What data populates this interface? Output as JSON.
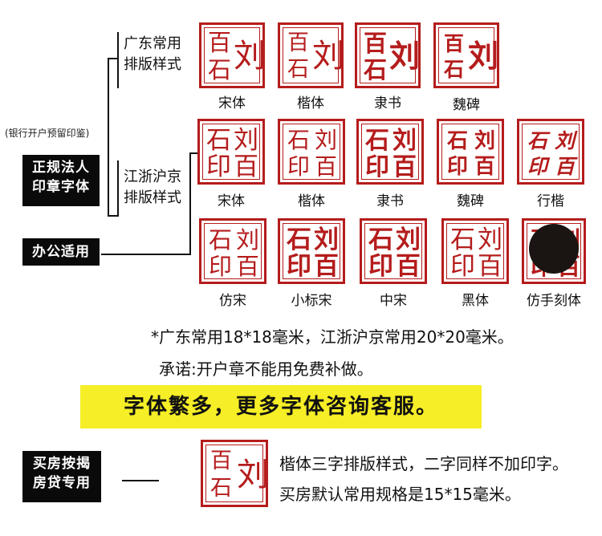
{
  "left": {
    "bank_note": "(银行开户预留印鉴)",
    "main_label": [
      "正规法人",
      "印章字体"
    ],
    "office_label": "办公适用",
    "house_label": [
      "买房按揭",
      "房贷专用"
    ]
  },
  "groups": {
    "guangdong": [
      "广东常用",
      "排版样式"
    ],
    "jiangzhe": [
      "江浙沪京",
      "排版样式"
    ]
  },
  "stamps": {
    "row1": [
      {
        "chars": [
          "百",
          "刘",
          "石"
        ],
        "caption": "宋体"
      },
      {
        "chars": [
          "百",
          "刘",
          "石"
        ],
        "caption": "楷体"
      },
      {
        "chars": [
          "百",
          "刘",
          "石"
        ],
        "caption": "隶书"
      },
      {
        "chars": [
          "百",
          "刘",
          "石"
        ],
        "caption": "魏碑"
      }
    ],
    "row2": [
      {
        "chars": [
          "石",
          "刘",
          "印",
          "百"
        ],
        "caption": "宋体"
      },
      {
        "chars": [
          "石",
          "刘",
          "印",
          "百"
        ],
        "caption": "楷体"
      },
      {
        "chars": [
          "石",
          "刘",
          "印",
          "百"
        ],
        "caption": "隶书"
      },
      {
        "chars": [
          "石",
          "刘",
          "印",
          "百"
        ],
        "caption": "魏碑"
      },
      {
        "chars": [
          "石",
          "刘",
          "印",
          "百"
        ],
        "caption": "行楷"
      }
    ],
    "row3": [
      {
        "chars": [
          "石",
          "刘",
          "印",
          "百"
        ],
        "caption": "仿宋"
      },
      {
        "chars": [
          "石",
          "刘",
          "印",
          "百"
        ],
        "caption": "小标宋"
      },
      {
        "chars": [
          "石",
          "刘",
          "印",
          "百"
        ],
        "caption": "中宋"
      },
      {
        "chars": [
          "石",
          "刘",
          "印",
          "百"
        ],
        "caption": "黑体"
      },
      {
        "chars": [
          "石",
          "刘",
          "印",
          "百"
        ],
        "caption": "仿手刻体"
      }
    ],
    "bottom": {
      "chars": [
        "百",
        "刘",
        "石"
      ]
    }
  },
  "notes": {
    "size_note": "*广东常用18*18毫米，江浙沪京常用20*20毫米。",
    "promise": "承诺:开户章不能用免费补做。",
    "banner": "字体繁多，更多字体咨询客服。",
    "house_line1": "楷体三字排版样式，二字同样不加印字。",
    "house_line2": "买房默认常用规格是15*15毫米。"
  },
  "colors": {
    "stamp_red": "#b51c1c",
    "banner_yellow": "#f6ee26",
    "label_black": "#0a0a0a"
  }
}
